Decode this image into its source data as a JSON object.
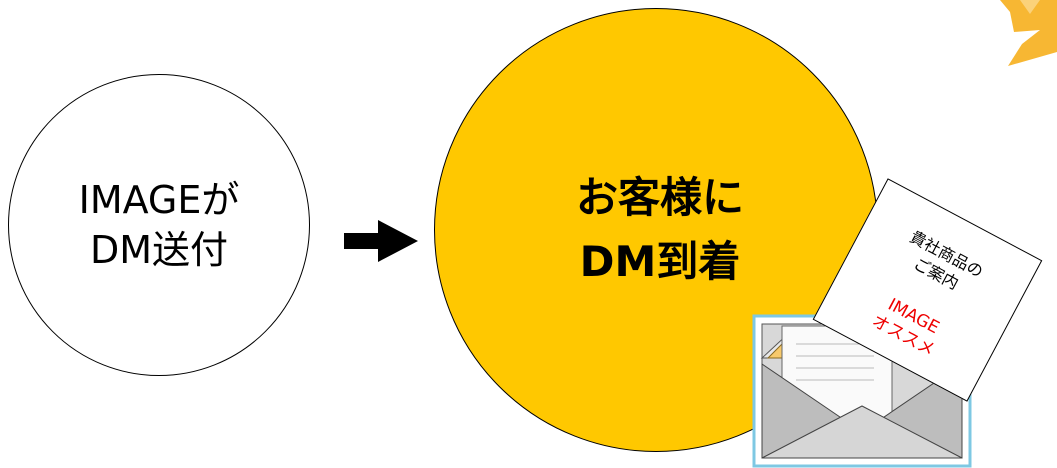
{
  "step_send": {
    "line1": "IMAGEが",
    "line2": "DM送付"
  },
  "step_arrive": {
    "line1": "お客様に",
    "line2": "DM到着"
  },
  "letter": {
    "subject_line1": "貴社商品の",
    "subject_line2": "ご案内",
    "brand_line1": "IMAGE",
    "brand_line2": "オススメ"
  },
  "colors": {
    "highlight": "#ffc800",
    "letter_text_accent": "#ee0000",
    "envelope_outline": "#7ec8e3"
  },
  "icons": [
    "right-arrow-icon",
    "envelope-icon",
    "corner-decoration-icon"
  ]
}
